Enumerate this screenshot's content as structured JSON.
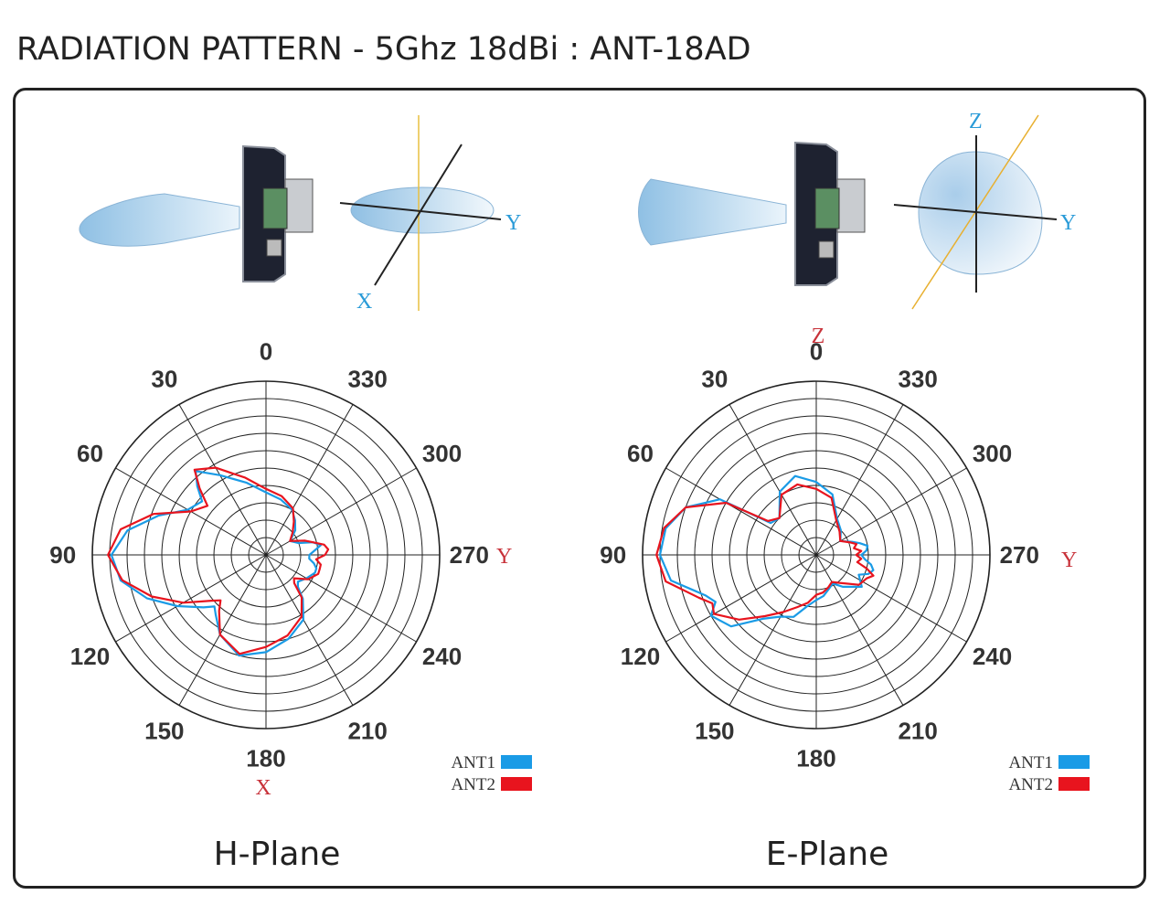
{
  "title": "RADIATION PATTERN - 5Ghz 18dBi : ANT-18AD",
  "colors": {
    "ant1": "#1a9be6",
    "ant2": "#e8141e",
    "axis_label_blue": "#2a9bd8",
    "axis_label_red": "#c8323a",
    "grid": "#222222"
  },
  "chart_data": [
    {
      "type": "polar",
      "name": "H-Plane",
      "plane_label": "H-Plane",
      "angle_labels": [
        "0",
        "30",
        "60",
        "90",
        "120",
        "150",
        "180",
        "210",
        "240",
        "270",
        "300",
        "330"
      ],
      "direction_labels": {
        "top": "",
        "right": "Y",
        "bottom": "X"
      },
      "rings": 10,
      "rlim": [
        0,
        10
      ],
      "legend": [
        "ANT1",
        "ANT2"
      ],
      "legend_position": "bottom-right",
      "series": [
        {
          "name": "ANT1",
          "angles": [
            0,
            15,
            30,
            40,
            45,
            50,
            60,
            70,
            80,
            90,
            100,
            110,
            120,
            130,
            135,
            140,
            150,
            165,
            180,
            195,
            210,
            220,
            225,
            230,
            240,
            250,
            255,
            260,
            265,
            270,
            275,
            280,
            285,
            290,
            300,
            310,
            320,
            330,
            345,
            360
          ],
          "r": [
            3.6,
            4.3,
            5.3,
            6.3,
            5.6,
            4.8,
            5.2,
            6.6,
            8.1,
            8.9,
            8.5,
            7.3,
            5.9,
            4.7,
            4.2,
            4.5,
            5.3,
            6.0,
            5.6,
            5.0,
            4.3,
            3.3,
            2.6,
            2.4,
            2.7,
            3.0,
            3.0,
            2.8,
            2.5,
            2.5,
            2.8,
            3.2,
            2.8,
            2.0,
            1.6,
            2.2,
            2.6,
            3.0,
            3.3,
            3.6
          ]
        },
        {
          "name": "ANT2",
          "angles": [
            0,
            15,
            30,
            40,
            45,
            50,
            60,
            70,
            80,
            90,
            100,
            110,
            120,
            130,
            135,
            140,
            150,
            165,
            180,
            195,
            210,
            220,
            225,
            230,
            240,
            250,
            255,
            260,
            265,
            270,
            275,
            280,
            285,
            290,
            300,
            310,
            320,
            330,
            345,
            360
          ],
          "r": [
            3.8,
            4.6,
            5.8,
            6.4,
            5.4,
            4.4,
            5.0,
            6.9,
            8.5,
            9.1,
            8.4,
            7.0,
            5.5,
            4.1,
            3.7,
            4.2,
            5.3,
            5.9,
            5.3,
            4.8,
            4.1,
            3.2,
            2.3,
            2.1,
            2.8,
            3.2,
            3.2,
            3.2,
            2.9,
            3.4,
            3.6,
            3.4,
            2.8,
            2.4,
            1.6,
            2.0,
            2.5,
            3.1,
            3.5,
            3.8
          ]
        }
      ]
    },
    {
      "type": "polar",
      "name": "E-Plane",
      "plane_label": "E-Plane",
      "angle_labels": [
        "0",
        "30",
        "60",
        "90",
        "120",
        "150",
        "180",
        "210",
        "240",
        "270",
        "300",
        "330"
      ],
      "direction_labels": {
        "top": "Z",
        "right": "Y",
        "bottom": ""
      },
      "rings": 10,
      "rlim": [
        0,
        10
      ],
      "legend": [
        "ANT1",
        "ANT2"
      ],
      "legend_position": "bottom-right",
      "series": [
        {
          "name": "ANT1",
          "angles": [
            0,
            15,
            30,
            45,
            55,
            60,
            70,
            80,
            90,
            100,
            110,
            115,
            120,
            130,
            140,
            150,
            160,
            170,
            180,
            190,
            200,
            210,
            220,
            235,
            245,
            250,
            255,
            260,
            265,
            270,
            275,
            280,
            285,
            290,
            300,
            315,
            330,
            345,
            360
          ],
          "r": [
            4.2,
            4.7,
            4.2,
            3.0,
            3.2,
            6.4,
            8.0,
            8.8,
            9.0,
            8.5,
            6.8,
            6.4,
            7.0,
            6.4,
            4.8,
            4.1,
            3.8,
            3.0,
            2.6,
            2.4,
            2.1,
            1.9,
            2.4,
            3.2,
            2.7,
            3.2,
            3.4,
            3.2,
            2.8,
            2.6,
            2.9,
            3.0,
            2.6,
            2.2,
            1.6,
            2.0,
            2.4,
            3.6,
            4.2
          ]
        },
        {
          "name": "ANT2",
          "angles": [
            0,
            15,
            30,
            45,
            55,
            60,
            70,
            80,
            90,
            100,
            110,
            115,
            120,
            130,
            140,
            150,
            160,
            170,
            180,
            190,
            200,
            210,
            220,
            235,
            245,
            250,
            255,
            260,
            265,
            270,
            275,
            280,
            285,
            290,
            300,
            315,
            330,
            345,
            360
          ],
          "r": [
            3.8,
            4.2,
            4.0,
            3.0,
            3.4,
            6.0,
            8.0,
            8.9,
            9.2,
            8.8,
            7.2,
            6.6,
            6.8,
            5.8,
            4.6,
            3.8,
            3.2,
            2.8,
            2.3,
            2.2,
            2.0,
            1.8,
            2.1,
            3.0,
            3.2,
            3.5,
            3.0,
            2.4,
            2.6,
            2.3,
            2.6,
            2.2,
            2.4,
            2.1,
            1.6,
            1.9,
            2.3,
            3.4,
            3.8
          ]
        }
      ]
    }
  ],
  "illustrations": [
    {
      "name": "h-plane-illustration",
      "axis_labels": {
        "x": "X",
        "y": "Y"
      }
    },
    {
      "name": "e-plane-illustration",
      "axis_labels": {
        "z": "Z",
        "y": "Y"
      }
    }
  ]
}
